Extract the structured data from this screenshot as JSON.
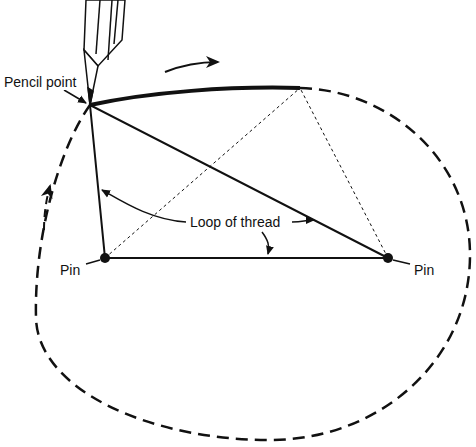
{
  "diagram": {
    "labels": [
      "Pencil point",
      "Loop of thread",
      "Pin",
      "Pin"
    ]
  }
}
